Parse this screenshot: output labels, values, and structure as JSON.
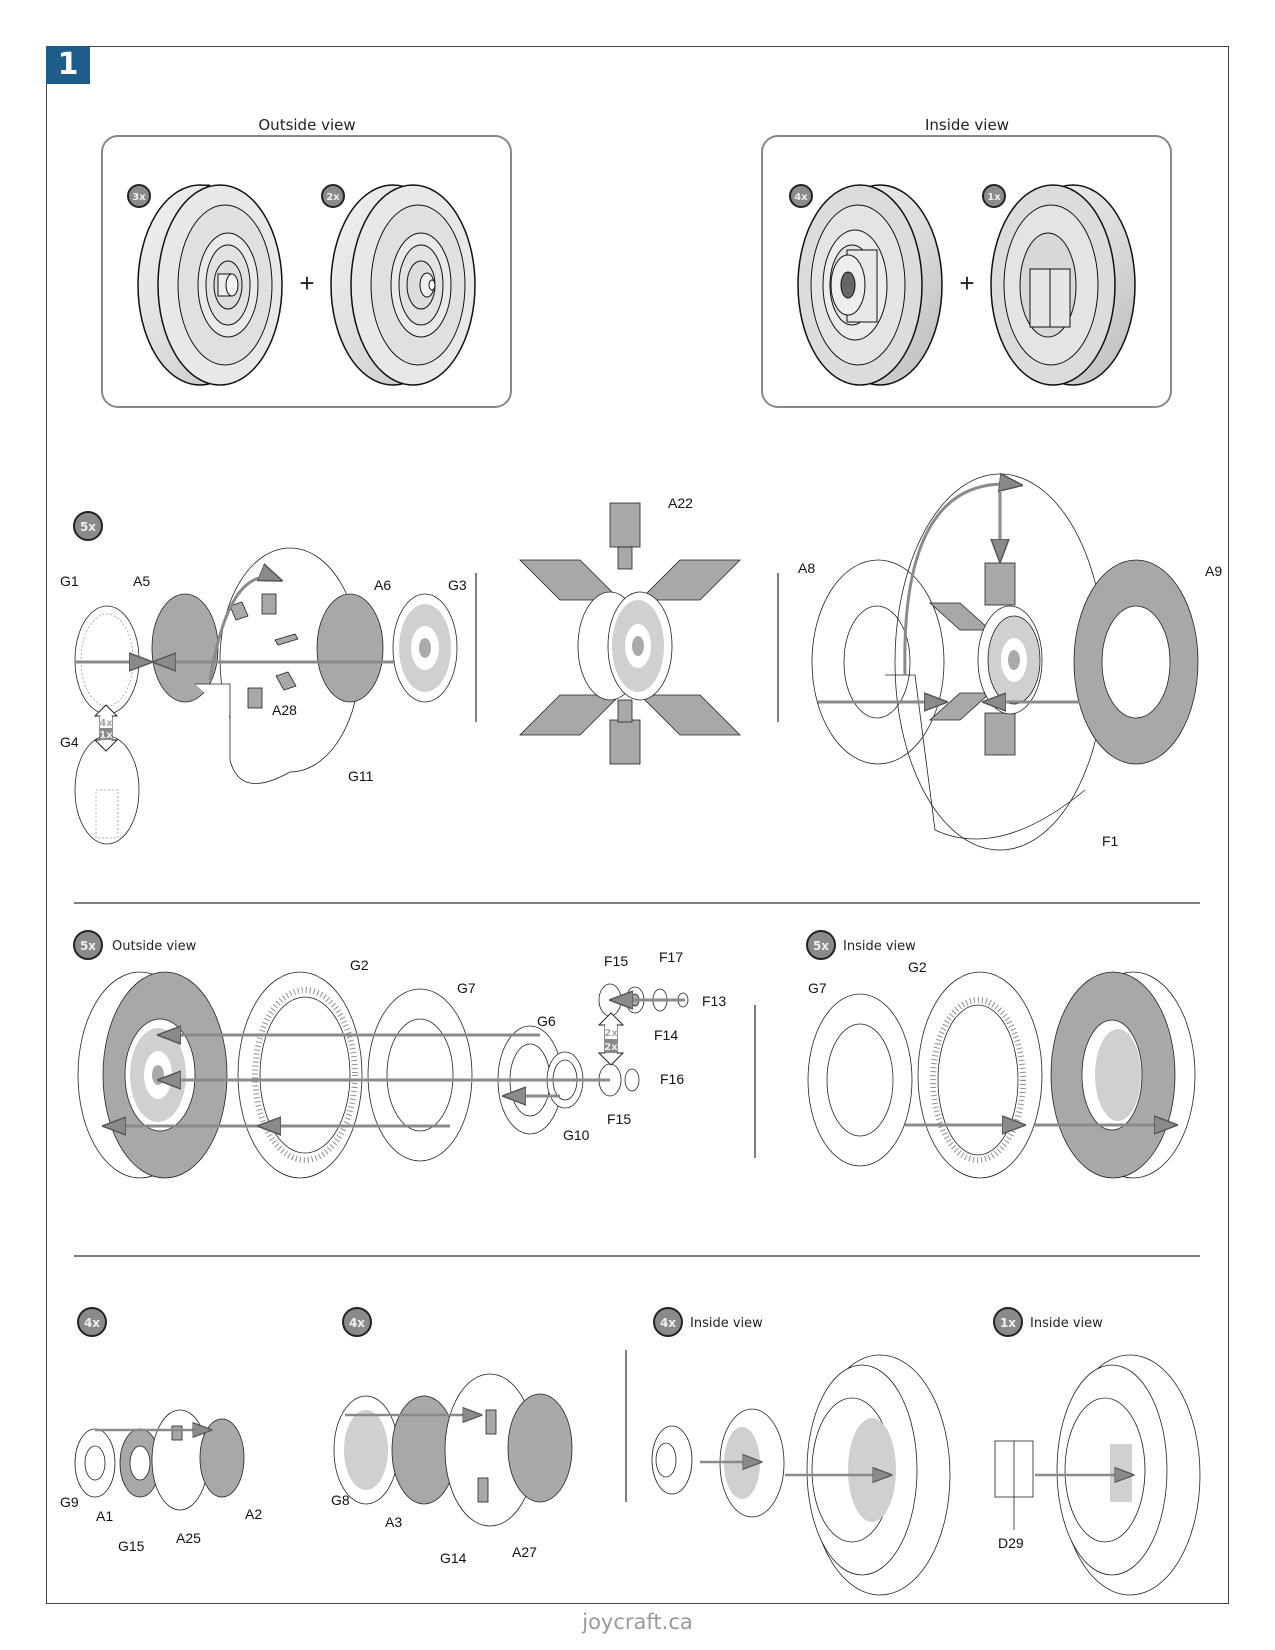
{
  "step": {
    "number": "1",
    "badge_color": "#1e5c8a"
  },
  "footer": {
    "text": "joycraft.ca"
  },
  "colors": {
    "part_dark": "#a8a8a8",
    "part_light": "#d0d0d0",
    "arrow": "#8a8a8a",
    "badge": "#8a8a8a"
  },
  "overview": {
    "outside": {
      "title": "Outside view",
      "wheels": [
        {
          "qty": "3x"
        },
        {
          "qty": "2x"
        }
      ],
      "plus": "+"
    },
    "inside": {
      "title": "Inside view",
      "wheels": [
        {
          "qty": "4x"
        },
        {
          "qty": "1x"
        }
      ],
      "plus": "+"
    }
  },
  "row2": {
    "qty": "5x",
    "left_labels": [
      "G1",
      "A5",
      "A6",
      "G3",
      "A28",
      "G4",
      "G11"
    ],
    "g4_switch": {
      "top": "4x",
      "bottom": "1x"
    },
    "center_labels": [
      "A22"
    ],
    "right_labels": [
      "A8",
      "A9",
      "F1"
    ]
  },
  "row3": {
    "outside": {
      "qty": "5x",
      "title": "Outside view",
      "labels": [
        "G2",
        "G7",
        "G6",
        "G10",
        "F15",
        "F17",
        "F13",
        "F14",
        "F16",
        "F15"
      ],
      "switch": {
        "top": "2x",
        "bottom": "2x"
      }
    },
    "inside": {
      "qty": "5x",
      "title": "Inside view",
      "labels": [
        "G7",
        "G2"
      ]
    }
  },
  "row4": {
    "a": {
      "qty": "4x",
      "labels": [
        "G9",
        "A1",
        "G15",
        "A25",
        "A2"
      ]
    },
    "b": {
      "qty": "4x",
      "labels": [
        "G8",
        "A3",
        "G14",
        "A27"
      ]
    },
    "c": {
      "qty": "4x",
      "title": "Inside view"
    },
    "d": {
      "qty": "1x",
      "title": "Inside view",
      "labels": [
        "D29"
      ]
    }
  }
}
